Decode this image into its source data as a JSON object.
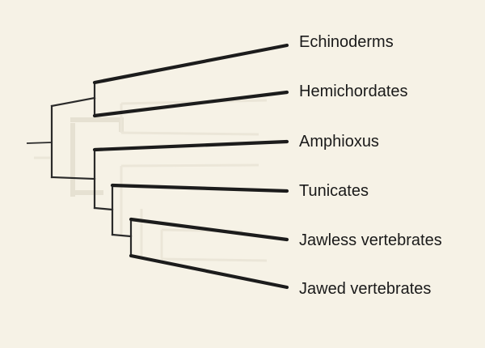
{
  "tree": {
    "taxa": [
      "Echinoderms",
      "Hemichordates",
      "Amphioxus",
      "Tunicates",
      "Jawless vertebrates",
      "Jawed vertebrates"
    ],
    "clades": [
      [
        "Echinoderms",
        "Hemichordates"
      ],
      [
        "Jawless vertebrates",
        "Jawed vertebrates"
      ],
      [
        "Tunicates",
        "Jawless vertebrates",
        "Jawed vertebrates"
      ],
      [
        "Amphioxus",
        "Tunicates",
        "Jawless vertebrates",
        "Jawed vertebrates"
      ]
    ],
    "colors": {
      "background": "#f6f2e6",
      "branch": "#1c1c1c",
      "ghost_branch": "#e6e1d2",
      "label": "#1a1a1a"
    }
  }
}
